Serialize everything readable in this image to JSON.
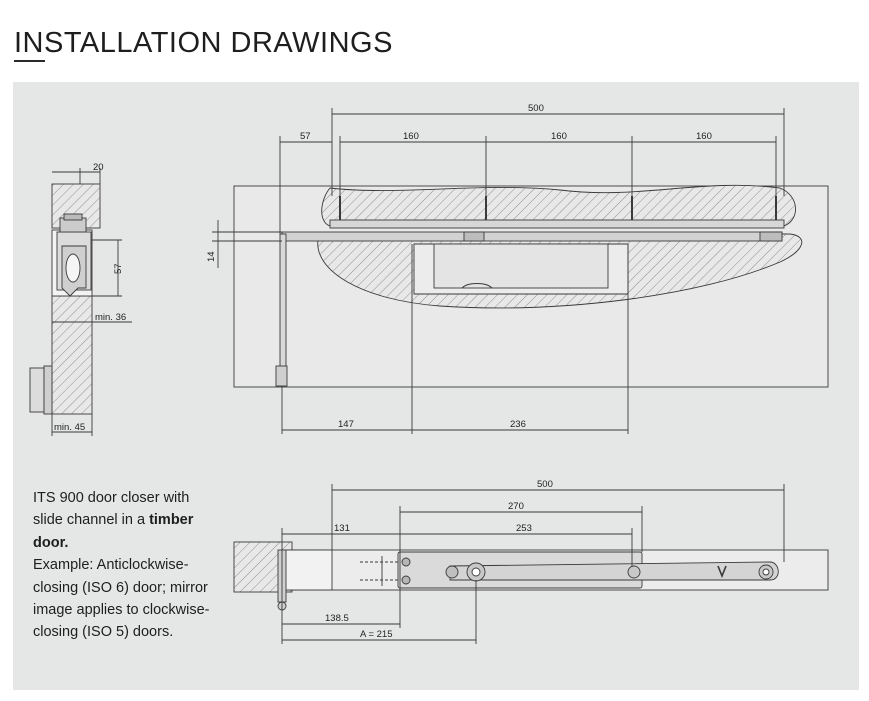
{
  "header": {
    "title": "INSTALLATION DRAWINGS"
  },
  "side_view": {
    "dim_20": "20",
    "dim_57": "57",
    "dim_min36": "min. 36",
    "dim_min45": "min. 45"
  },
  "front_view": {
    "dim_500": "500",
    "dim_57": "57",
    "dim_160_a": "160",
    "dim_160_b": "160",
    "dim_160_c": "160",
    "dim_14": "14",
    "dim_147": "147",
    "dim_236": "236"
  },
  "plan_view": {
    "dim_500": "500",
    "dim_270": "270",
    "dim_131": "131",
    "dim_253": "253",
    "dim_138_5": "138.5",
    "dim_a215": "A = 215"
  },
  "description": {
    "intro": "ITS 900 door closer with slide channel in a ",
    "bold_1": "timber door.",
    "example": "Example: Anticlockwise-closing (ISO 6) door; mirror image applies to clockwise-closing (ISO 5) doors."
  },
  "colors": {
    "panel_bg": "#e5e6e6",
    "line": "#3a3a3a",
    "hatch": "#7a7a7a",
    "part_fill": "#d0d0d0"
  }
}
